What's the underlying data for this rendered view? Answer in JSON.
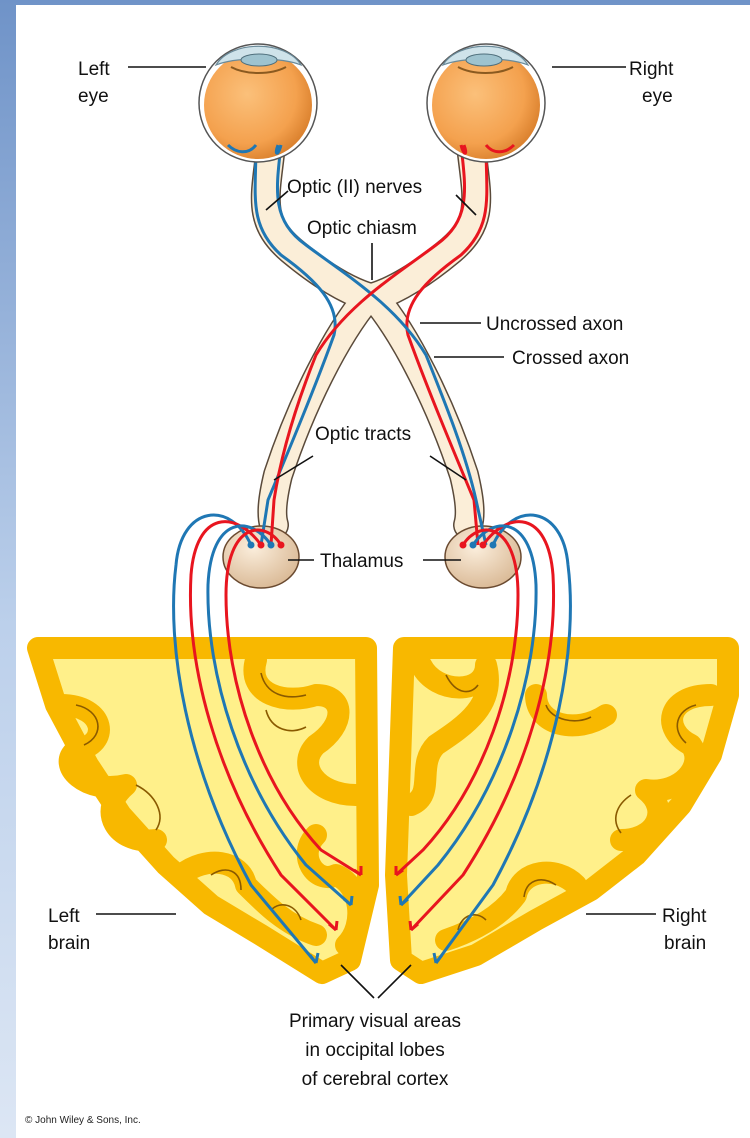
{
  "labels": {
    "left_eye_line1": "Left",
    "left_eye_line2": "eye",
    "right_eye_line1": "Right",
    "right_eye_line2": "eye",
    "optic_nerves": "Optic (II) nerves",
    "optic_chiasm": "Optic chiasm",
    "uncrossed_axon": "Uncrossed axon",
    "crossed_axon": "Crossed axon",
    "optic_tracts": "Optic tracts",
    "thalamus": "Thalamus",
    "left_brain_line1": "Left",
    "left_brain_line2": "brain",
    "right_brain_line1": "Right",
    "right_brain_line2": "brain",
    "visual_areas_line1": "Primary visual areas",
    "visual_areas_line2": "in occipital lobes",
    "visual_areas_line3": "of cerebral cortex"
  },
  "copyright": "© John Wiley & Sons, Inc.",
  "colors": {
    "background_gradient_top": "#6f93c8",
    "background_gradient_bottom": "#dce6f4",
    "eyeball": "#f4a14e",
    "cornea": "#cfe3ea",
    "nerve_fill": "#fbeed8",
    "blue_axon": "#1f77b4",
    "red_axon": "#e8151f",
    "thalamus": "#f0d7b8",
    "white_matter": "#fff08a",
    "gray_matter": "#f8b800"
  }
}
